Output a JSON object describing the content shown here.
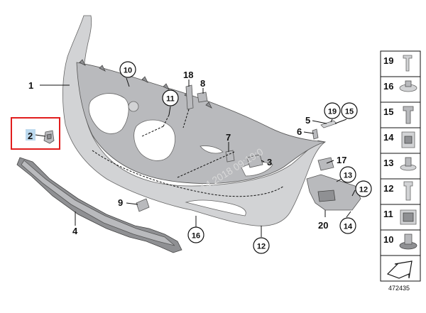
{
  "callouts": {
    "c1": "1",
    "c2": "2",
    "c3": "3",
    "c4": "4",
    "c5": "5",
    "c6": "6",
    "c7": "7",
    "c8": "8",
    "c9": "9",
    "c10": "10",
    "c11": "11",
    "c12a": "12",
    "c12b": "12",
    "c13": "13",
    "c14": "14",
    "c15": "15",
    "c16": "16",
    "c17": "17",
    "c18": "18",
    "c19": "19",
    "c20": "20"
  },
  "legend": [
    "19",
    "16",
    "15",
    "14",
    "13",
    "12",
    "11",
    "10"
  ],
  "watermark": "14.2018 09:19:0",
  "doc_number": "472435",
  "highlight": {
    "part": "2",
    "color": "#e11d1d"
  }
}
